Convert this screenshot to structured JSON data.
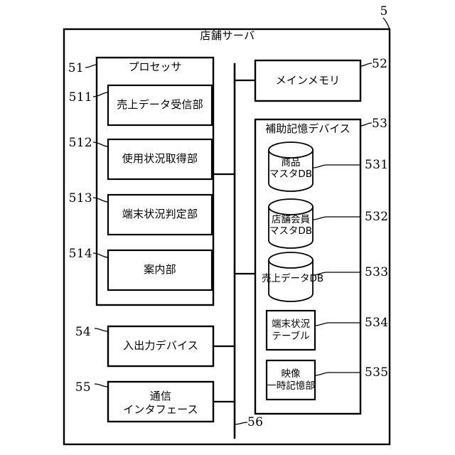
{
  "figure": {
    "root_ref": "5",
    "title": "店舗サーバ",
    "bus_ref": "56"
  },
  "processor": {
    "ref": "51",
    "title": "プロセッサ",
    "units": [
      {
        "ref": "511",
        "label": "売上データ受信部"
      },
      {
        "ref": "512",
        "label": "使用状況取得部"
      },
      {
        "ref": "513",
        "label": "端末状況判定部"
      },
      {
        "ref": "514",
        "label": "案内部"
      }
    ]
  },
  "main_memory": {
    "ref": "52",
    "label": "メインメモリ"
  },
  "storage": {
    "ref": "53",
    "title": "補助記憶デバイス",
    "items": [
      {
        "ref": "531",
        "shape": "cylinder",
        "line1": "商品",
        "line2": "マスタDB"
      },
      {
        "ref": "532",
        "shape": "cylinder",
        "line1": "店舗会員",
        "line2": "マスタDB"
      },
      {
        "ref": "533",
        "shape": "cylinder",
        "line1": "売上データDB",
        "line2": ""
      },
      {
        "ref": "534",
        "shape": "box",
        "line1": "端末状況",
        "line2": "テーブル"
      },
      {
        "ref": "535",
        "shape": "box",
        "line1": "映像",
        "line2": "一時記憶部"
      }
    ]
  },
  "peripherals": [
    {
      "ref": "54",
      "label": "入出力デバイス"
    },
    {
      "ref": "55",
      "line1": "通信",
      "line2": "インタフェース"
    }
  ],
  "colors": {
    "line": "#000000",
    "background": "#ffffff"
  }
}
